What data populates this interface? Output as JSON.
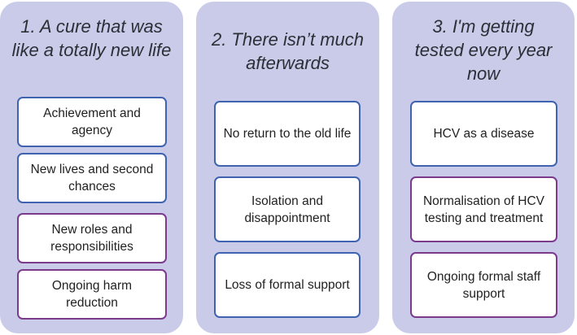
{
  "colors": {
    "panel_bg": "#c9cbe9",
    "blue_border": "#3f63b0",
    "purple_border": "#7b3a8c"
  },
  "panels": [
    {
      "title": "1. A cure that was like a totally new life",
      "boxes": [
        {
          "label": "Achievement and agency",
          "border": "blue"
        },
        {
          "label": "New lives and second chances",
          "border": "blue"
        },
        {
          "label": "New roles and responsibilities",
          "border": "purple"
        },
        {
          "label": "Ongoing harm reduction",
          "border": "purple"
        }
      ]
    },
    {
      "title": "2. There isn’t much afterwards",
      "boxes": [
        {
          "label": "No return to the old life",
          "border": "blue"
        },
        {
          "label": "Isolation and disappointment",
          "border": "blue"
        },
        {
          "label": "Loss of formal support",
          "border": "blue"
        }
      ]
    },
    {
      "title": "3. I'm getting tested every year now",
      "boxes": [
        {
          "label": "HCV as a disease",
          "border": "blue"
        },
        {
          "label": "Normalisation of HCV testing and treatment",
          "border": "purple"
        },
        {
          "label": "Ongoing formal staff support",
          "border": "purple"
        }
      ]
    }
  ]
}
